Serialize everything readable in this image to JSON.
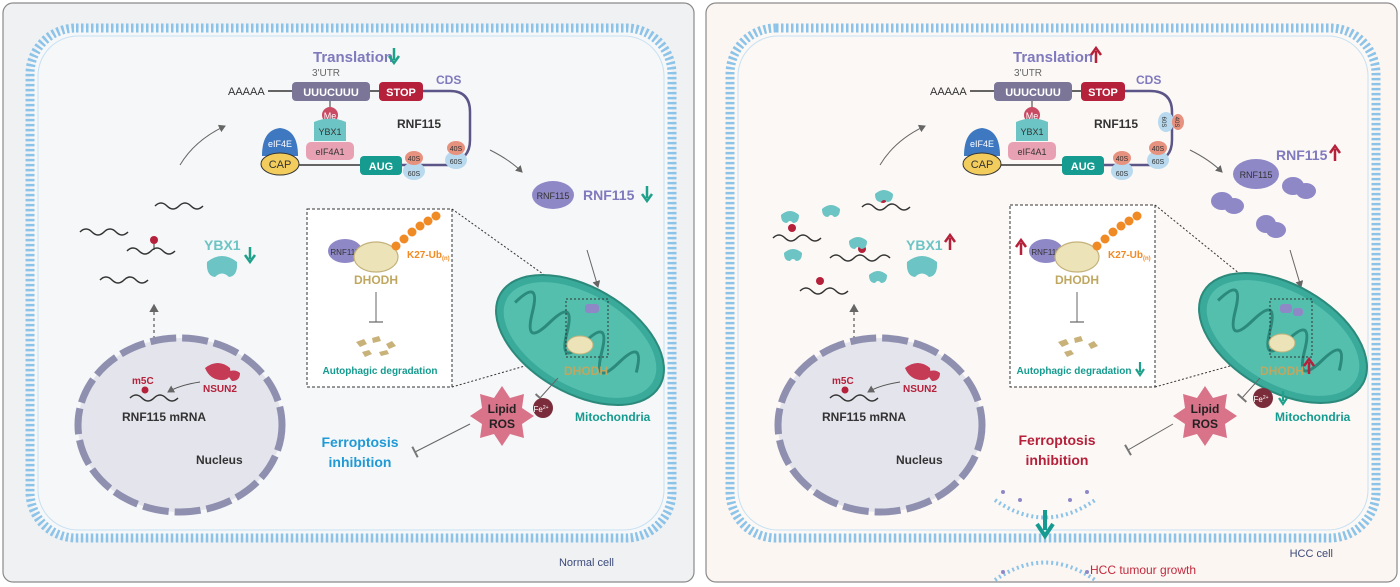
{
  "panels": {
    "left": {
      "caption": "Normal cell",
      "translation": "Translation",
      "utr": "3'UTR",
      "cds": "CDS",
      "polya": "AAAAA",
      "uuucuuu": "UUUCUUU",
      "stop": "STOP",
      "me": "Me",
      "ybx1_box": "YBX1",
      "eif4a1": "eIF4A1",
      "eif4e": "eIF4E",
      "cap": "CAP",
      "aug": "AUG",
      "rnf115_title": "RNF115",
      "r40s_a": "40S",
      "r60s_a": "60S",
      "r40s_b": "40S",
      "r60s_b": "60S",
      "rnf115_protein": "RNF115",
      "rnf115_label": "RNF115",
      "ybx1": "YBX1",
      "inset_rnf115": "RNF115",
      "k27": "K27-Ub",
      "k27_sub": "(n)",
      "dhodh_inset": "DHODH",
      "autophagic": "Autophagic degradation",
      "m5c": "m5C",
      "nsun2": "NSUN2",
      "mrna": "RNF115 mRNA",
      "nucleus": "Nucleus",
      "dhodh_mito": "DHODH",
      "mitochondria": "Mitochondria",
      "lipid": "Lipid",
      "ros": "ROS",
      "fe": "Fe",
      "fe_sup": "2+",
      "ferroptosis_1": "Ferroptosis",
      "ferroptosis_2": "inhibition"
    },
    "right": {
      "caption": "HCC cell",
      "translation": "Translation",
      "utr": "3'UTR",
      "cds": "CDS",
      "polya": "AAAAA",
      "uuucuuu": "UUUCUUU",
      "stop": "STOP",
      "me": "Me",
      "ybx1_box": "YBX1",
      "eif4a1": "eIF4A1",
      "eif4e": "eIF4E",
      "cap": "CAP",
      "aug": "AUG",
      "rnf115_title": "RNF115",
      "r40s_a": "40S",
      "r60s_a": "60S",
      "r40s_b": "40S",
      "r60s_b": "60S",
      "r40s_c": "40S",
      "r60s_c": "60S",
      "rnf115_protein": "RNF115",
      "rnf115_label": "RNF115",
      "ybx1": "YBX1",
      "inset_rnf115": "RNF115",
      "k27": "K27-Ub",
      "k27_sub": "(n)",
      "dhodh_inset": "DHODH",
      "autophagic": "Autophagic degradation",
      "m5c": "m5C",
      "nsun2": "NSUN2",
      "mrna": "RNF115 mRNA",
      "nucleus": "Nucleus",
      "dhodh_mito": "DHODH",
      "mitochondria": "Mitochondria",
      "lipid": "Lipid",
      "ros": "ROS",
      "fe": "Fe",
      "fe_sup": "2+",
      "ferroptosis_1": "Ferroptosis",
      "ferroptosis_2": "inhibition",
      "tumour": "HCC tumour growth"
    }
  },
  "colors": {
    "up_arrow": "#b5203a",
    "down_arrow": "#1fa08a",
    "membrane": "#8cc3e8",
    "rnf115": "#8f88c7",
    "ybx1": "#6cc4c4",
    "stop": "#b5203a",
    "aug": "#159b8f",
    "mitochondria": "#3aaa9a",
    "dhodh": "#b9a46a",
    "ferroptosis_left": "#1f9ad6",
    "ferroptosis_right": "#b5203a",
    "ub": "#f08a24"
  },
  "icons": [
    "up-arrow-icon",
    "down-arrow-icon",
    "inhibition-bar-icon",
    "ribosome-icon",
    "ubiquitin-chain-icon"
  ]
}
